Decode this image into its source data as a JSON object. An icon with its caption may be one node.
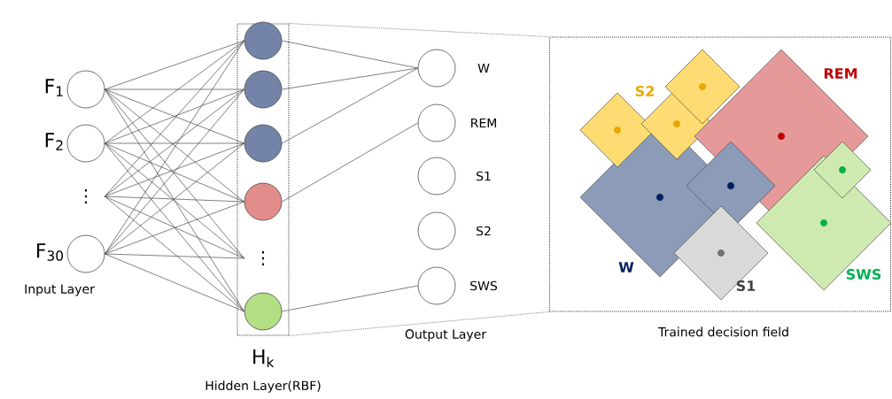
{
  "diagram": {
    "nodes": [
      {
        "text": [
          "F$_{1}$"
        ]
      },
      {
        "text": [
          "F$_{2}$"
        ]
      },
      {
        "text": [
          "⋮"
        ]
      },
      {
        "text": [
          "F$_{30}$"
        ]
      },
      {
        "text": [
          "H$_{k}$"
        ]
      },
      {
        "text": [],
        "shape": "circle",
        "in": 4
      },
      {
        "text": [],
        "shape": "circle",
        "in": 4
      },
      {
        "text": [],
        "shape": "circle",
        "in": 4
      },
      {
        "text": [],
        "shape": "circle",
        "in": 4
      },
      {
        "text": [
          "⋮"
        ],
        "in": 4
      },
      {
        "text": [],
        "shape": "circle",
        "in": 4
      },
      {
        "text": [
          "W"
        ]
      },
      {
        "text": [
          "REM"
        ]
      },
      {
        "text": [
          "S1"
        ]
      },
      {
        "text": [
          "S2"
        ]
      },
      {
        "text": [
          "SWS"
        ]
      },
      {
        "text": [],
        "shape": "box"
      }
    ],
    "edges": [
      {
        "from": 0,
        "to": 5,
        "arrow": "none"
      },
      {
        "from": 0,
        "to": 6,
        "arrow": "none"
      },
      {
        "from": 0,
        "to": 7,
        "arrow": "none"
      },
      {
        "from": 0,
        "to": 8,
        "arrow": "none"
      },
      {
        "from": 0,
        "to": 9,
        "arrow": "none"
      },
      {
        "from": 0,
        "to": 10,
        "arrow": "none"
      },
      {
        "from": 1,
        "to": 5,
        "arrow": "none"
      },
      {
        "from": 1,
        "to": 6,
        "arrow": "none"
      },
      {
        "from": 1,
        "to": 7,
        "arrow": "none"
      },
      {
        "from": 1,
        "to": 8,
        "arrow": "none"
      },
      {
        "from": 1,
        "to": 9,
        "arrow": "none"
      },
      {
        "from": 1,
        "to": 10,
        "arrow": "none"
      },
      {
        "from": 2,
        "to": 5,
        "arrow": "none"
      },
      {
        "from": 2,
        "to": 6,
        "arrow": "none"
      },
      {
        "from": 2,
        "to": 7,
        "arrow": "none"
      },
      {
        "from": 2,
        "to": 8,
        "arrow": "none"
      },
      {
        "from": 2,
        "to": 9,
        "arrow": "none"
      },
      {
        "from": 2,
        "to": 10,
        "arrow": "none"
      },
      {
        "from": 3,
        "to": 5,
        "arrow": "none"
      },
      {
        "from": 3,
        "to": 6,
        "arrow": "none"
      },
      {
        "from": 3,
        "to": 7,
        "arrow": "none"
      },
      {
        "from": 3,
        "to": 8,
        "arrow": "none"
      },
      {
        "from": 3,
        "to": 9,
        "arrow": "none"
      },
      {
        "from": 3,
        "to": 10,
        "arrow": "none"
      },
      {
        "from": 5,
        "to": 11,
        "arrow": "none"
      },
      {
        "from": 6,
        "to": 11,
        "arrow": "none"
      },
      {
        "from": 7,
        "to": 11,
        "arrow": "none"
      },
      {
        "from": 8,
        "to": 12,
        "arrow": "none"
      },
      {
        "from": 10,
        "to": 15,
        "arrow": "none"
      },
      {
        "from": 4,
        "to": 16,
        "arrow": "none",
        "style": "dashed"
      },
      {
        "from": 4,
        "to": 16,
        "arrow": "none",
        "style": "dashed"
      }
    ],
    "labels": [
      "Input Layer",
      "Output Layer",
      "Hidden Layer(RBF)",
      "Trained decision field",
      "REM",
      "S2",
      "W",
      "SWS",
      "S1"
    ]
  }
}
